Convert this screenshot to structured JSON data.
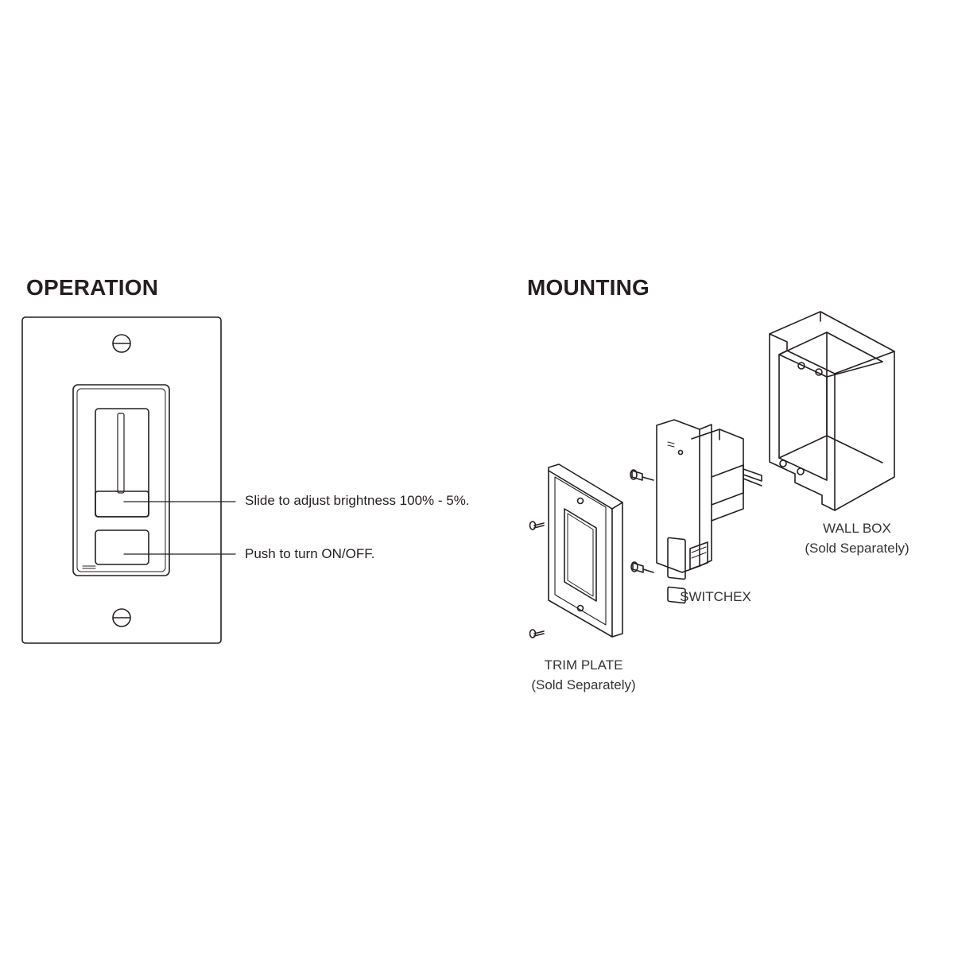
{
  "operation": {
    "heading": "OPERATION",
    "slide_callout": "Slide to adjust brightness 100% - 5%.",
    "push_callout": "Push to turn ON/OFF."
  },
  "mounting": {
    "heading": "MOUNTING",
    "wall_box": {
      "name": "WALL BOX",
      "note": "(Sold Separately)"
    },
    "switch": {
      "name": "SWITCHEX"
    },
    "trim_plate": {
      "name": "TRIM PLATE",
      "note": "(Sold Separately)"
    }
  },
  "colors": {
    "line": "#231f20",
    "text": "#231f20"
  }
}
